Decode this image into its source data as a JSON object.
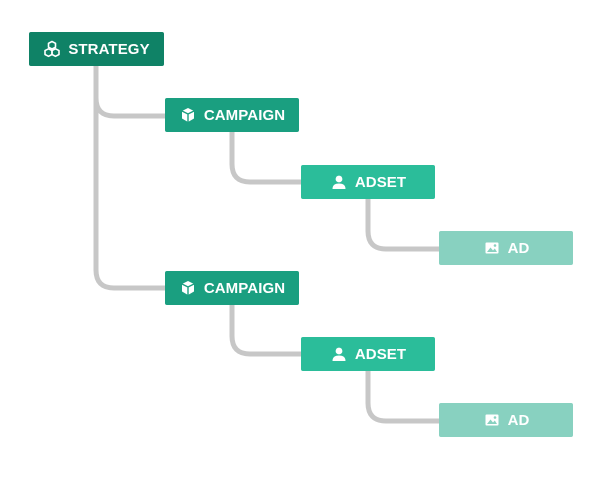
{
  "colors": {
    "strategy": "#0f8266",
    "campaign": "#1a9f80",
    "adset": "#2bbd9a",
    "ad": "#88d1c0",
    "connector": "#c7c7c7"
  },
  "nodes": {
    "strategy": {
      "label": "STRATEGY",
      "icon": "cubes-icon"
    },
    "campaign_1": {
      "label": "CAMPAIGN",
      "icon": "cube-icon"
    },
    "adset_1": {
      "label": "ADSET",
      "icon": "user-icon"
    },
    "ad_1": {
      "label": "AD",
      "icon": "image-icon"
    },
    "campaign_2": {
      "label": "CAMPAIGN",
      "icon": "cube-icon"
    },
    "adset_2": {
      "label": "ADSET",
      "icon": "user-icon"
    },
    "ad_2": {
      "label": "AD",
      "icon": "image-icon"
    }
  }
}
